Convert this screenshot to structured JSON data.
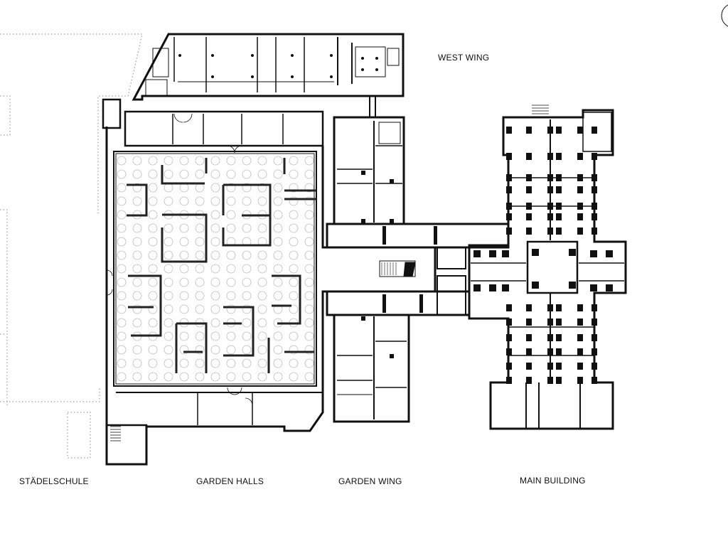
{
  "labels": {
    "west_wing": "WEST WING",
    "stadelschule": "STÄDELSCHULE",
    "garden_halls": "GARDEN HALLS",
    "garden_wing": "GARDEN WING",
    "main_building": "MAIN BUILDING"
  },
  "colors": {
    "wall": "#111111",
    "background": "#ffffff",
    "dotted_outline": "#888888",
    "column_circle": "#bbbbbb"
  }
}
